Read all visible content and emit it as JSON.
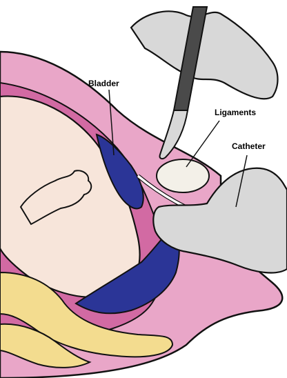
{
  "labels": {
    "bladder": "Bladder",
    "ligaments": "Ligaments",
    "catheter": "Catheter"
  },
  "palette": {
    "tissue_pink": "#e9a6c8",
    "tissue_dark": "#d26aa3",
    "baby_skin": "#f7e5da",
    "bladder_blue": "#2b3597",
    "glove_gray": "#d8d8d8",
    "bone_yellow": "#f3dc8f",
    "scalpel_dark": "#4a4a4a",
    "outline": "#111111"
  },
  "icons": [
    "gloved-hand",
    "scalpel",
    "catheter-tube"
  ]
}
